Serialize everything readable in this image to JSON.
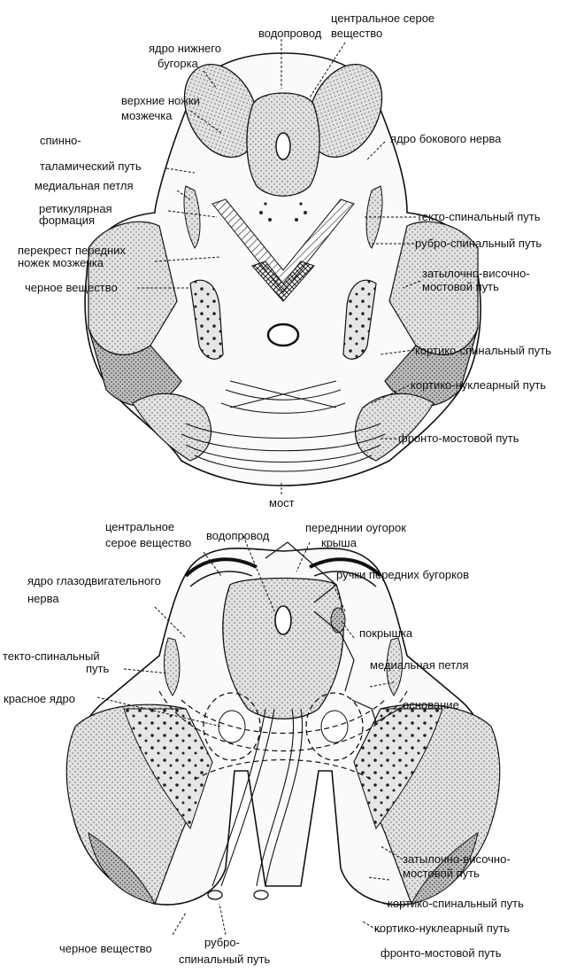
{
  "top_section": {
    "labels": {
      "vodoprovod": "водопровод",
      "central_grey_1": "центральное серое",
      "central_grey_2": "вещество",
      "inferior_colliculus_nucleus_1": "ядро нижнего",
      "inferior_colliculus_nucleus_2": "бугорка",
      "superior_cerebellar_peduncles_1": "верхние ножки",
      "superior_cerebellar_peduncles_2": "мозжечка",
      "spinothalamic_1": "спинно-",
      "spinothalamic_2": "таламический путь",
      "medial_lemniscus": "медиальная петля",
      "reticular_1": "ретикулярная",
      "reticular_2": "формация",
      "decussation_1": "перекрест передних",
      "decussation_2": "ножек мозжечка",
      "substantia_nigra": "черное вещество",
      "lateral_nerve_nucleus": "ядро бокового нерва",
      "tectospinal": "текто-спинальный путь",
      "rubrospinal": "рубро-спинальный путь",
      "occipitotemporopontine_1": "затылочно-височно-",
      "occipitotemporopontine_2": "мостовой путь",
      "corticospinal": "кортико-спинальный путь",
      "corticonuclear": "кортико-нуклеарный путь",
      "frontopontine": "фронто-мостовой путь",
      "pons": "мост"
    }
  },
  "bottom_section": {
    "labels": {
      "central_grey_1": "центральное",
      "central_grey_2": "серое вещество",
      "vodoprovod": "водопровод",
      "anterior_colliculus": "передннии оугорок",
      "roof": "крыша",
      "oculomotor_nucleus_1": "ядро глазодвигательного",
      "oculomotor_nucleus_2": "нерва",
      "handles_anterior_colliculi": "ручки передних бугорков",
      "tegmentum": "покрышка",
      "tectospinal_1": "текто-спинальный",
      "tectospinal_2": "путь",
      "medial_lemniscus": "медиальная петля",
      "red_nucleus": "красное ядро",
      "base": "основание",
      "occipitotemporopontine_1": "затылочно-височно-",
      "occipitotemporopontine_2": "мостовой путь",
      "corticospinal": "кортико-спинальный путь",
      "corticonuclear": "кортико-нуклеарный путь",
      "frontopontine": "фронто-мостовой путь",
      "substantia_nigra": "черное вещество",
      "rubrospinal_1": "рубро-",
      "rubrospinal_2": "спинальный путь"
    }
  },
  "colors": {
    "ink": "#111111",
    "stipple_fill": "#d9d9d9",
    "dark_fill": "#b5b5b5",
    "paper": "#ffffff"
  }
}
